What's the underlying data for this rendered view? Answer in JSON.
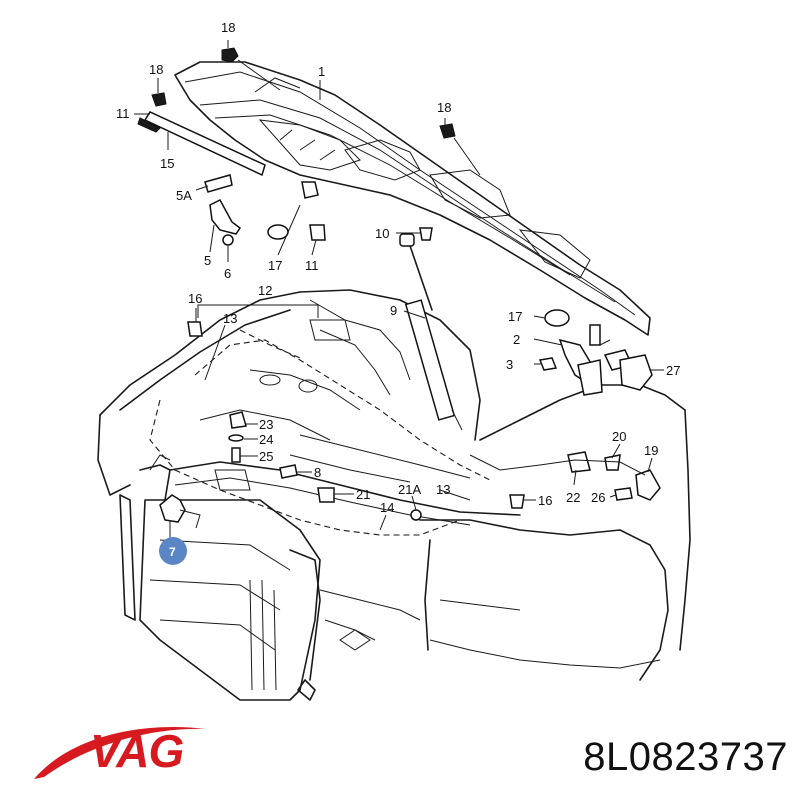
{
  "brand": {
    "name": "VAG",
    "color_red": "#d71920",
    "color_dark": "#333333"
  },
  "part_number": "8L0823737",
  "highlight": {
    "label": "7",
    "color": "#5b86c5"
  },
  "callouts": {
    "c1": "1",
    "c2": "2",
    "c3": "3",
    "c5": "5",
    "c5a": "5A",
    "c6": "6",
    "c8": "8",
    "c9": "9",
    "c10": "10",
    "c11a": "11",
    "c11b": "11",
    "c12": "12",
    "c13a": "13",
    "c13b": "13",
    "c14": "14",
    "c15": "15",
    "c16a": "16",
    "c16b": "16",
    "c17a": "17",
    "c17b": "17",
    "c18a": "18",
    "c18b": "18",
    "c18c": "18",
    "c19": "19",
    "c20": "20",
    "c21": "21",
    "c21a": "21A",
    "c22": "22",
    "c23": "23",
    "c24": "24",
    "c25": "25",
    "c26": "26",
    "c27": "27"
  }
}
